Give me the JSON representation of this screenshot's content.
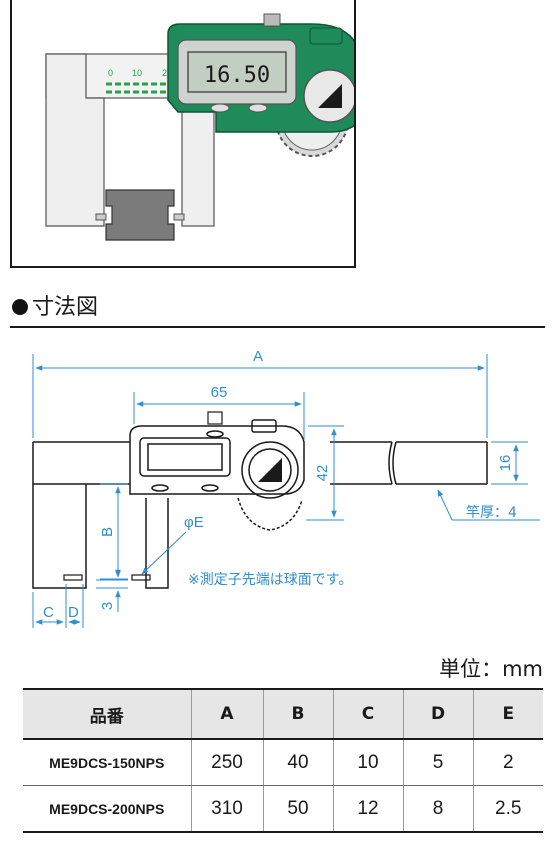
{
  "illustration": {
    "lcd_reading": "16.50",
    "scale_labels": [
      "0",
      "10",
      "2"
    ]
  },
  "section": {
    "heading": "寸法図"
  },
  "drawing": {
    "labels": {
      "A": "A",
      "sixtyfive": "65",
      "sixteen": "16",
      "fortytwo": "42",
      "B": "B",
      "phiE": "φE",
      "C": "C",
      "D": "D",
      "three": "3",
      "thickness": "竿厚：4",
      "note": "※測定子先端は球面です。"
    }
  },
  "unit": "単位：mm",
  "spec_table": {
    "headers": [
      "品番",
      "A",
      "B",
      "C",
      "D",
      "E"
    ],
    "rows": [
      [
        "ME9DCS-150NPS",
        "250",
        "40",
        "10",
        "5",
        "2"
      ],
      [
        "ME9DCS-200NPS",
        "310",
        "50",
        "12",
        "8",
        "2.5"
      ]
    ]
  },
  "colors": {
    "body_green": "#1f8a5a",
    "dimension_blue": "#2f8fd0",
    "scale_green": "#2aa04a"
  }
}
